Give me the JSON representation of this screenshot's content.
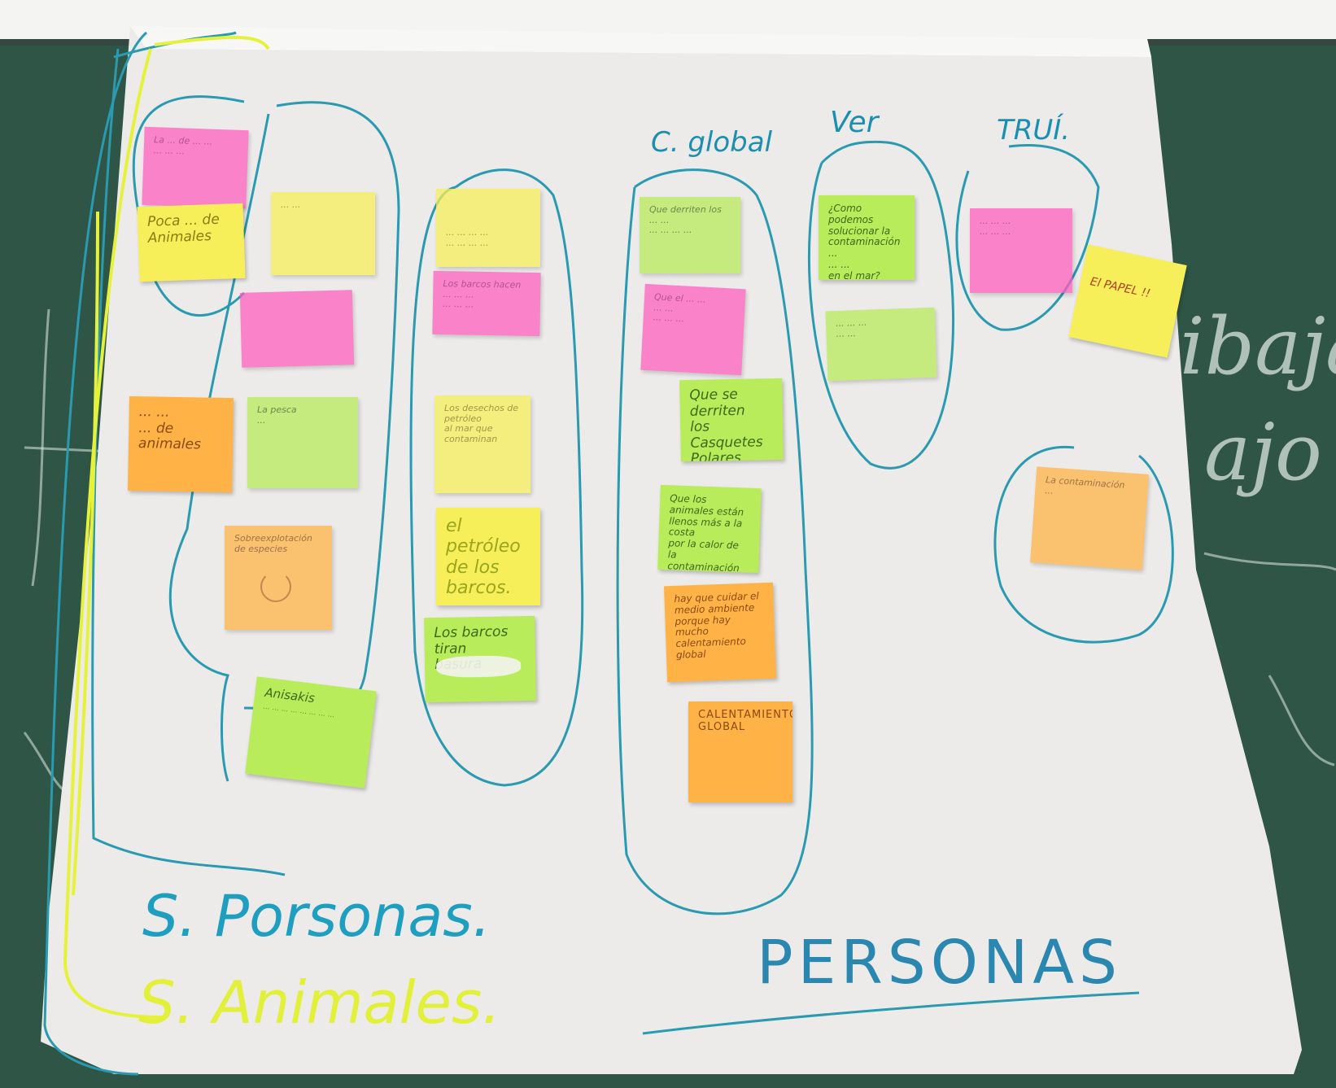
{
  "chalk": {
    "right_1": "ibaja",
    "right_2": "ajo"
  },
  "headers": {
    "c_global": "C. global",
    "ver": "Ver",
    "trui": "TRUÍ."
  },
  "bottom": {
    "s_personas": "S. Porsonas.",
    "s_animales": "S. Animales.",
    "personas": "PERSONAS"
  },
  "notes": [
    {
      "id": "n1",
      "color": "pink",
      "text": "La ... de ... ...\n... ... ..."
    },
    {
      "id": "n2",
      "color": "yellow",
      "text": "Poca ... de\nAnimales"
    },
    {
      "id": "n3",
      "color": "yellow",
      "text": "... ..."
    },
    {
      "id": "n4",
      "color": "pink",
      "text": ""
    },
    {
      "id": "n5",
      "color": "orange",
      "text": "... ...\n... de\nanimales"
    },
    {
      "id": "n6",
      "color": "green",
      "text": "La pesca\n..."
    },
    {
      "id": "n7",
      "color": "orange",
      "text": "Sobreexplotación de especies"
    },
    {
      "id": "n8",
      "color": "green",
      "text": "Anisakis",
      "subtext": "... ... ... ... ... ... ... ..."
    },
    {
      "id": "n9",
      "color": "yellow",
      "text": "... ... ... ...\n... ... ... ..."
    },
    {
      "id": "n10",
      "color": "pink",
      "text": "Los barcos hacen\n... ... ...\n... ... ..."
    },
    {
      "id": "n11",
      "color": "yellow",
      "text": "Los desechos de petróleo\nal mar que contaminan"
    },
    {
      "id": "n12",
      "color": "yellow",
      "text": "el petróleo\nde los\nbarcos."
    },
    {
      "id": "n13",
      "color": "green",
      "text": "Los barcos tiran\nbasura"
    },
    {
      "id": "n14",
      "color": "green",
      "text": "Que derriten los ... ...\n... ... ... ..."
    },
    {
      "id": "n15",
      "color": "pink",
      "text": "Que el ... ...\n... ...\n... ... ..."
    },
    {
      "id": "n16",
      "color": "green",
      "text": "Que se derriten\nlos Casquetes\nPolares"
    },
    {
      "id": "n17",
      "color": "green",
      "text": "Que los animales están\nllenos más a la costa\npor la calor de la\ncontaminación"
    },
    {
      "id": "n18",
      "color": "orange",
      "text": "hay que cuidar el\nmedio ambiente\nporque hay mucho\ncalentamiento\nglobal"
    },
    {
      "id": "n19",
      "color": "orange",
      "text": "CALENTAMIENTO\nGLOBAL"
    },
    {
      "id": "n20",
      "color": "green",
      "text": "¿Como podemos\nsolucionar la\ncontaminación ...\n... ...\nen el mar?"
    },
    {
      "id": "n21",
      "color": "green",
      "text": "... ... ...\n... ..."
    },
    {
      "id": "n22",
      "color": "pink",
      "text": "... ... ...\n... ... ..."
    },
    {
      "id": "n23",
      "color": "yellow",
      "text": "El PAPEL !!"
    },
    {
      "id": "n24",
      "color": "orange",
      "text": "La contaminación\n..."
    }
  ],
  "colors": {
    "board": "#2e5445",
    "paper": "#ecebea",
    "marker_teal": "#2a9ab0",
    "marker_yellow": "#e6f23a"
  }
}
